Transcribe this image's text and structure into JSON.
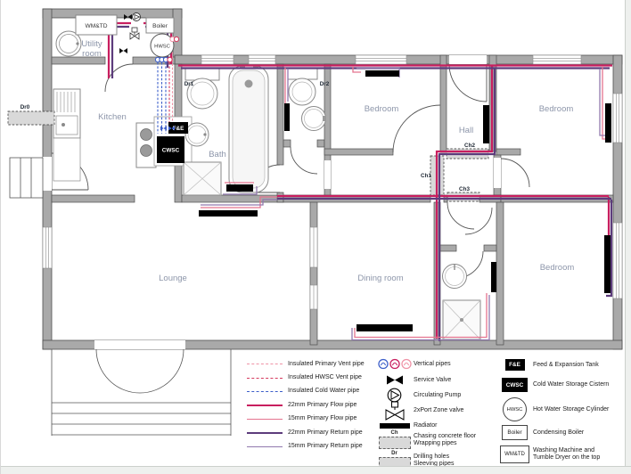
{
  "plan": {
    "rooms": {
      "utility_line1": "Utility",
      "utility_line2": "room",
      "kitchen": "Kitchen",
      "bath": "Bath",
      "bedroom1": "Bedroom",
      "hall": "Hall",
      "bedroom2": "Bedroom",
      "lounge": "Lounge",
      "dining": "Dining room",
      "bedroom3": "Bedroom"
    },
    "markers": {
      "dr0": "Dr0",
      "dr1": "Dr1",
      "dr2": "Dr2",
      "ch1": "Ch1",
      "ch2": "Ch2",
      "ch3": "Ch3"
    },
    "equipment": {
      "wmtd": "WM&TD",
      "boiler": "Boiler",
      "hwsc": "HWSC",
      "fe": "F&E",
      "cwsc": "CWSC"
    }
  },
  "legend": {
    "pipes": [
      {
        "label": "Insulated Primary Vent pipe",
        "color": "#ef93a6",
        "style": "dashed",
        "size": "thin"
      },
      {
        "label": "Insulated HWSC Vent pipe",
        "color": "#d53a5e",
        "style": "dashed",
        "size": "thin"
      },
      {
        "label": "Insulated Cold Water pipe",
        "color": "#3d5fc9",
        "style": "dashed",
        "size": "thin"
      },
      {
        "label": "22mm Primary Flow pipe",
        "color": "#c81e5f",
        "style": "solid",
        "size": "thick"
      },
      {
        "label": "15mm Primary Flow pipe",
        "color": "#e5738f",
        "style": "solid",
        "size": "thin"
      },
      {
        "label": "22mm Primary Return pipe",
        "color": "#5d3c7c",
        "style": "solid",
        "size": "thick"
      },
      {
        "label": "15mm Primary Return pipe",
        "color": "#9179ae",
        "style": "solid",
        "size": "thin"
      }
    ],
    "symbols": [
      {
        "label": "Vertical pipes"
      },
      {
        "label": "Service Valve"
      },
      {
        "label": "Circulating Pump"
      },
      {
        "label": "2xPort Zone valve"
      },
      {
        "label": "Radiator"
      },
      {
        "tag": "Ch",
        "label": "Chasing concrete floor",
        "label2": "Wrapping pipes"
      },
      {
        "tag": "Dr",
        "label": "Drilling holes",
        "label2": "Sleeving pipes"
      }
    ],
    "equipment": [
      {
        "abbr": "F&E",
        "label": "Feed & Expansion Tank"
      },
      {
        "abbr": "CWSC",
        "label": "Cold Water Storage Cistern"
      },
      {
        "abbr": "HWSC",
        "label": "Hot Water Storage Cylinder"
      },
      {
        "abbr": "Boiler",
        "label": "Condensing Boiler"
      },
      {
        "abbr": "WM&TD",
        "label": "Washing Machine and",
        "label2": "Tumble Dryer on the top"
      }
    ]
  },
  "colors": {
    "flow_22": "#c81e5f",
    "flow_15": "#e5738f",
    "return_22": "#5d3c7c",
    "return_15": "#9179ae",
    "cold_water": "#3d5fc9",
    "hwsc_vent": "#d53a5e",
    "primary_vent": "#ef93a6",
    "wall": "#a9a9a9",
    "room_label": "#8d96aa"
  }
}
